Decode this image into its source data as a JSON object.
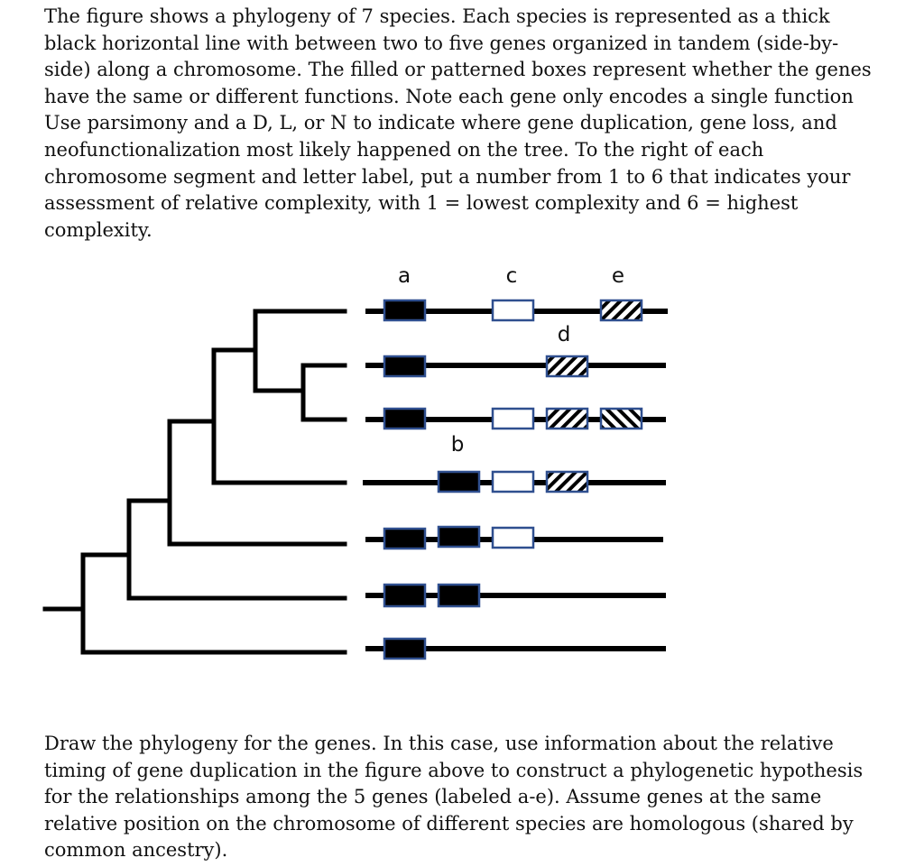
{
  "intro_text": "The figure shows a phylogeny of 7 species. Each species is represented as a thick black horizontal line with between two to five genes organized in tandem (side-by-side) along a chromosome. The filled or patterned boxes represent whether the genes have the same or different functions. Note each gene only encodes a single function Use parsimony and a D, L, or N to indicate where gene duplication, gene loss, and neofunctionalization most likely happened on the tree. To the right of each chromosome segment and letter label, put a number from 1 to 6 that indicates your assessment of relative complexity, with 1 = lowest complexity and 6 = highest complexity.",
  "question_text": "Draw the phylogeny for the genes. In this case, use information about the relative timing of gene duplication in the figure above to construct a phylogenetic hypothesis for the relationships among the 5 genes (labeled a-e). Assume genes at the same relative position on the chromosome of different species are homologous (shared by common ancestry).",
  "gene_labels": {
    "a": "a",
    "b": "b",
    "c": "c",
    "d": "d",
    "e": "e"
  },
  "colors": {
    "line": "#000000",
    "box_outline": "#2f4f8f",
    "filled": "#000000",
    "open": "#ffffff"
  },
  "gene_types": {
    "a": "filled",
    "b": "filled",
    "c": "open",
    "d": "hatched-forward",
    "e": "hatched-forward"
  },
  "species": [
    {
      "genes": [
        "a",
        "c",
        "e"
      ]
    },
    {
      "genes": [
        "a",
        "d"
      ]
    },
    {
      "genes": [
        "a",
        "c",
        "d",
        "e-reverse-hatched"
      ]
    },
    {
      "genes": [
        "b",
        "c",
        "d"
      ]
    },
    {
      "genes": [
        "a",
        "b",
        "c"
      ]
    },
    {
      "genes": [
        "a",
        "b"
      ]
    },
    {
      "genes": [
        "a"
      ]
    }
  ]
}
